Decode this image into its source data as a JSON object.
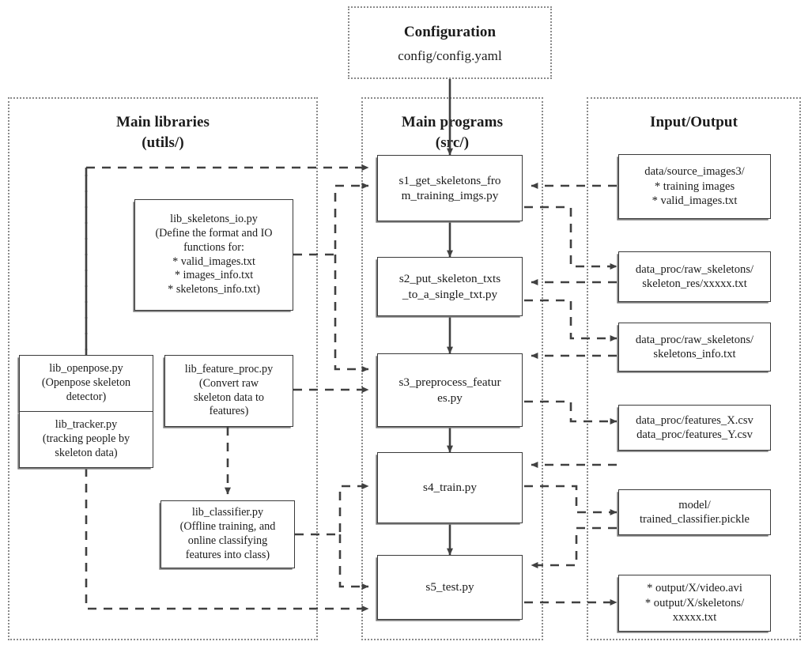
{
  "diagram": {
    "title_config": "Configuration",
    "config_path": "config/config.yaml",
    "groups": [
      {
        "id": "libs",
        "title_line1": "Main libraries",
        "title_line2": "(utils/)"
      },
      {
        "id": "src",
        "title_line1": "Main programs",
        "title_line2": "(src/)"
      },
      {
        "id": "io",
        "title_line1": "Input/Output",
        "title_line2": ""
      }
    ],
    "programs": [
      {
        "id": "s1",
        "label": "s1_get_skeletons_fro\nm_training_imgs.py"
      },
      {
        "id": "s2",
        "label": "s2_put_skeleton_txts\n_to_a_single_txt.py"
      },
      {
        "id": "s3",
        "label": "s3_preprocess_featur\nes.py"
      },
      {
        "id": "s4",
        "label": "s4_train.py"
      },
      {
        "id": "s5",
        "label": "s5_test.py"
      }
    ],
    "libraries": [
      {
        "id": "skeletons_io",
        "label": "lib_skeletons_io.py\n(Define the format and IO\nfunctions for:\n* valid_images.txt\n* images_info.txt\n* skeletons_info.txt)"
      },
      {
        "id": "openpose",
        "label": "lib_openpose.py\n(Openpose skeleton\ndetector)"
      },
      {
        "id": "tracker",
        "label": "lib_tracker.py\n(tracking people by\nskeleton data)"
      },
      {
        "id": "feature_proc",
        "label": "lib_feature_proc.py\n(Convert raw\nskeleton data to\nfeatures)"
      },
      {
        "id": "classifier",
        "label": "lib_classifier.py\n(Offline training, and\nonline classifying\nfeatures into class)"
      }
    ],
    "io_boxes": [
      {
        "id": "io1",
        "label": "data/source_images3/\n* training images\n* valid_images.txt"
      },
      {
        "id": "io2",
        "label": "data_proc/raw_skeletons/\nskeleton_res/xxxxx.txt"
      },
      {
        "id": "io3",
        "label": "data_proc/raw_skeletons/\nskeletons_info.txt"
      },
      {
        "id": "io4",
        "label": "data_proc/features_X.csv\ndata_proc/features_Y.csv"
      },
      {
        "id": "io5",
        "label": "model/\ntrained_classifier.pickle"
      },
      {
        "id": "io6",
        "label": "* output/X/video.avi\n* output/X/skeletons/\nxxxxx.txt"
      }
    ],
    "colors": {
      "box_border": "#3a3a3a",
      "group_border": "#8a8a8a",
      "wire": "#404040",
      "text": "#1b1b1b",
      "background": "#ffffff"
    }
  }
}
